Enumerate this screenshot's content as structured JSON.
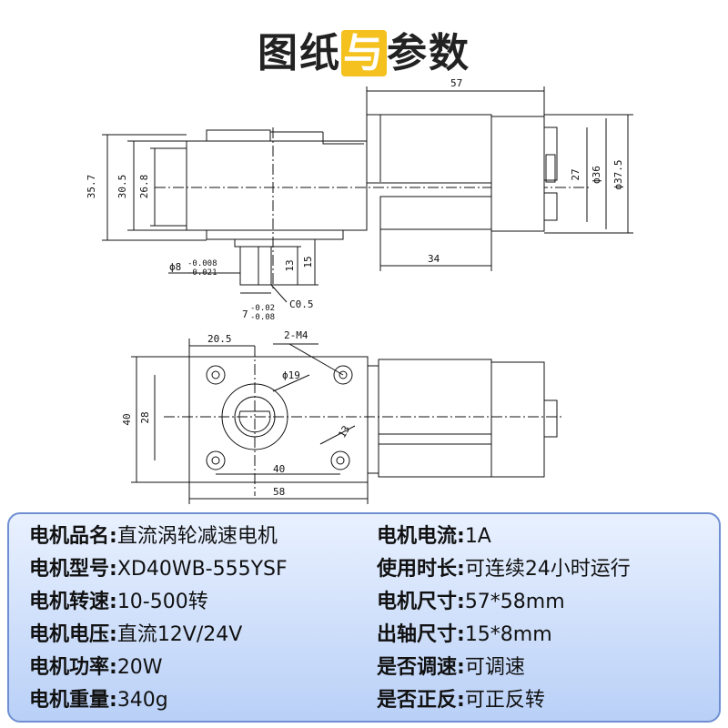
{
  "title": {
    "part1": "图纸",
    "highlight": "与",
    "part2": "参数"
  },
  "dimensions": {
    "length_57": "57",
    "height_35_7": "35.7",
    "height_30_5": "30.5",
    "height_26_8": "26.8",
    "shaft_dia_8": "ϕ8",
    "shaft_tol_upper": "-0.008",
    "shaft_tol_lower": "-0.021",
    "shaft_13": "13",
    "shaft_15": "15",
    "chamfer": "C0.5",
    "key_7": "7",
    "key_tol_upper": "-0.02",
    "key_tol_lower": "-0.08",
    "length_34": "34",
    "dia_36": "ϕ36",
    "dia_37_5": "ϕ37.5",
    "size_27": "27",
    "width_20_5": "20.5",
    "holes_2m4": "2-M4",
    "dia_19": "ϕ19",
    "height_40": "40",
    "height_28": "28",
    "hole_13": "13",
    "width_40": "40",
    "width_58": "58"
  },
  "specs": {
    "left": [
      {
        "key": "电机品名:",
        "value": "直流涡轮减速电机"
      },
      {
        "key": "电机型号:",
        "value": "XD40WB-555YSF"
      },
      {
        "key": "电机转速:",
        "value": "10-500转"
      },
      {
        "key": "电机电压:",
        "value": "直流12V/24V"
      },
      {
        "key": "电机功率:",
        "value": "20W"
      },
      {
        "key": "电机重量:",
        "value": "340g"
      }
    ],
    "right": [
      {
        "key": "电机电流:",
        "value": "1A"
      },
      {
        "key": "使用时长:",
        "value": "可连续24小时运行"
      },
      {
        "key": "电机尺寸:",
        "value": "57*58mm"
      },
      {
        "key": "出轴尺寸:",
        "value": "15*8mm"
      },
      {
        "key": "是否调速:",
        "value": "可调速"
      },
      {
        "key": "是否正反:",
        "value": "可正反转"
      }
    ]
  },
  "colors": {
    "panel_border": "#6f8fd2",
    "title_highlight": "#f4c11e"
  }
}
